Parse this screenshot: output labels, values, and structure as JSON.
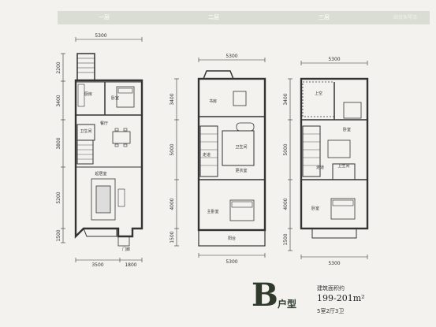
{
  "tabs": {
    "floor1": "一层",
    "floor2": "二层",
    "floor3": "三层",
    "brand": "国贸天琴湾"
  },
  "dimensions": {
    "top_width": "5300",
    "floor1_left": [
      "2200",
      "3400",
      "3800",
      "5200",
      "1500"
    ],
    "floor1_bottom": [
      "3500",
      "1800"
    ],
    "floor2_left": [
      "3400",
      "5000",
      "4000",
      "1500"
    ],
    "floor3_left": [
      "3400",
      "5000",
      "4000",
      "1500"
    ]
  },
  "rooms": {
    "kitchen": "厨房",
    "bedroom": "卧室",
    "dining": "餐厅",
    "bathroom": "卫生间",
    "living": "起居室",
    "door": "门廊",
    "study": "书房",
    "corridor": "走道",
    "dressing": "更衣室",
    "master": "主卧室",
    "terrace": "阳台",
    "void": "上空",
    "bath2": "卫生间"
  },
  "info": {
    "letter": "B",
    "type": "户型",
    "area_label": "建筑面积约",
    "area_value": "199-201m²",
    "rooms_label": "5室2厅3卫"
  }
}
